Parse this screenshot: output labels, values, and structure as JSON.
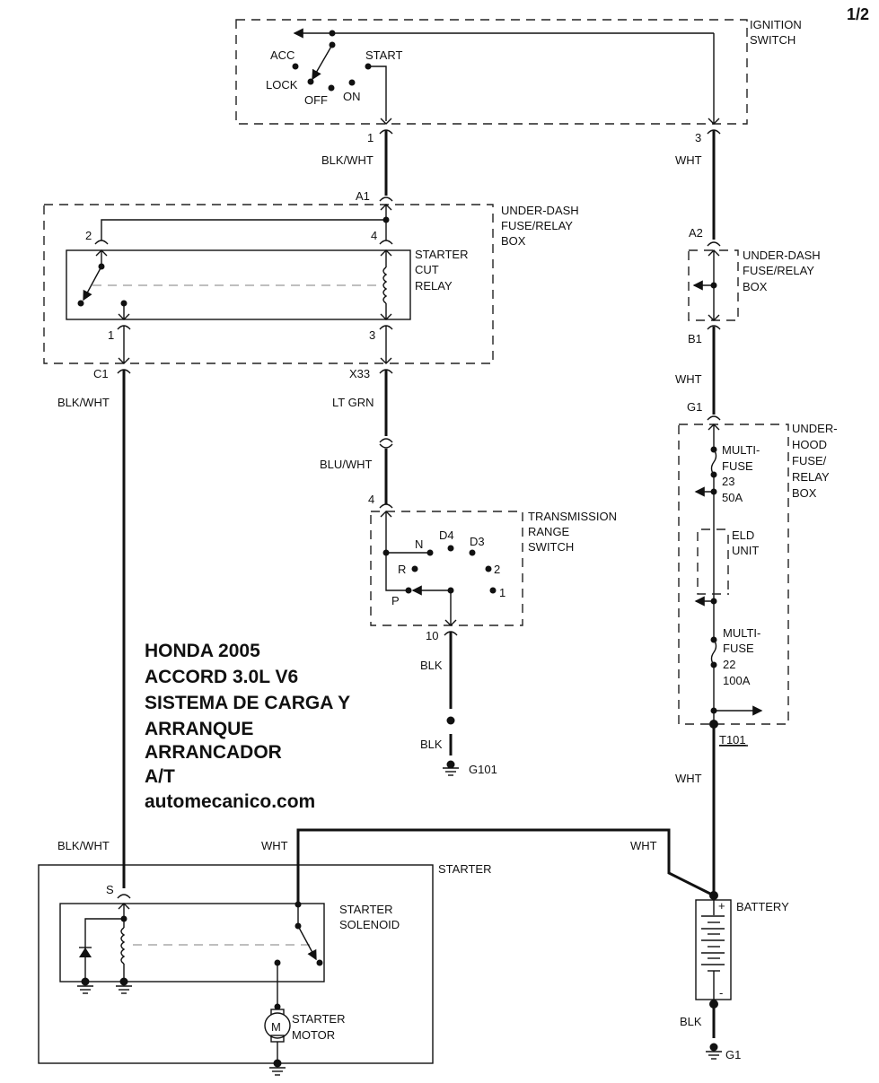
{
  "page_indicator": "1/2",
  "title_block": {
    "lines": [
      "HONDA 2005",
      "ACCORD 3.0L V6",
      "SISTEMA DE CARGA Y",
      "ARRANQUE",
      "ARRANCADOR",
      "A/T",
      "automecanico.com"
    ]
  },
  "components": {
    "ignition_switch": {
      "name": [
        "IGNITION",
        "SWITCH"
      ],
      "positions": [
        "ACC",
        "LOCK",
        "OFF",
        "ON",
        "START"
      ],
      "pins": [
        "1",
        "3"
      ]
    },
    "under_dash_box_left": {
      "name": [
        "UNDER-DASH",
        "FUSE/RELAY",
        "BOX"
      ],
      "connectors": [
        "A1",
        "C1",
        "X33"
      ]
    },
    "starter_cut_relay": {
      "name": [
        "STARTER",
        "CUT",
        "RELAY"
      ],
      "pins": [
        "2",
        "4",
        "1",
        "3"
      ]
    },
    "under_dash_box_right": {
      "name": [
        "UNDER-DASH",
        "FUSE/RELAY",
        "BOX"
      ],
      "connectors": [
        "A2",
        "B1"
      ]
    },
    "under_hood_box": {
      "name": [
        "UNDER-",
        "HOOD",
        "FUSE/",
        "RELAY",
        "BOX"
      ],
      "connector": "G1",
      "fuse_23": [
        "MULTI-",
        "FUSE",
        "23",
        "50A"
      ],
      "eld": [
        "ELD",
        "UNIT"
      ],
      "fuse_22": [
        "MULTI-",
        "FUSE",
        "22",
        "100A"
      ],
      "junction": "T101"
    },
    "transmission_range_switch": {
      "name": [
        "TRANSMISSION",
        "RANGE",
        "SWITCH"
      ],
      "positions": [
        "N",
        "D4",
        "D3",
        "R",
        "2",
        "P",
        "1"
      ],
      "pins": [
        "4",
        "10"
      ]
    },
    "ground_g101": "G101",
    "starter": {
      "name": "STARTER",
      "solenoid": [
        "STARTER",
        "SOLENOID"
      ],
      "motor": [
        "STARTER",
        "MOTOR"
      ],
      "motor_symbol": "M",
      "pin": "S"
    },
    "battery": {
      "name": "BATTERY",
      "plus": "+",
      "minus": "-",
      "ground": "G1"
    }
  },
  "wires": {
    "ign_to_a1": "BLK/WHT",
    "ign_pin3": "WHT",
    "b1_to_g1": "WHT",
    "c1_to_s": "BLK/WHT",
    "x33": "LT GRN",
    "to_trs": "BLU/WHT",
    "trs_gnd_1": "BLK",
    "trs_gnd_2": "BLK",
    "t101_down": "WHT",
    "starter_s_label": "BLK/WHT",
    "starter_b_label": "WHT",
    "battery_feed": "WHT",
    "battery_gnd": "BLK"
  }
}
